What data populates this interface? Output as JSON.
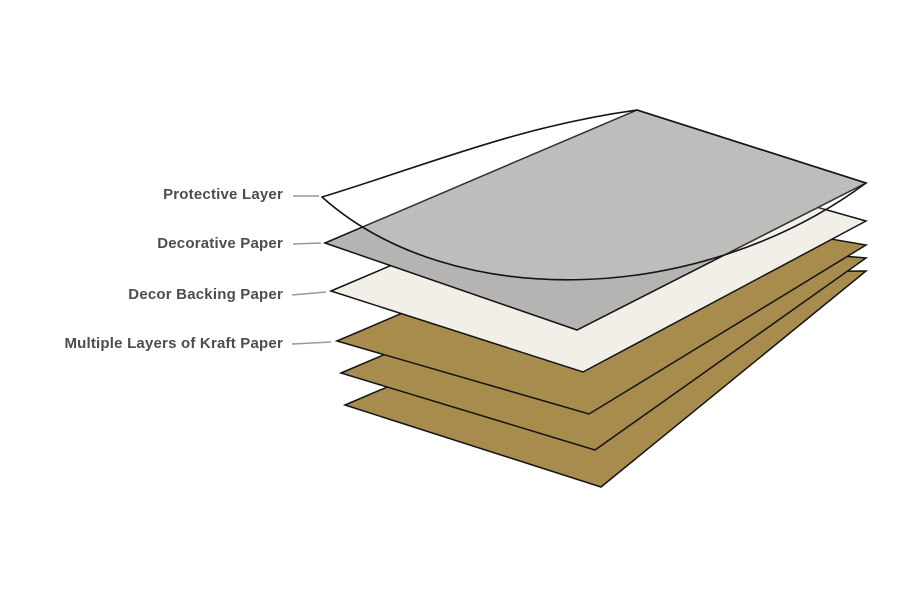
{
  "diagram": {
    "label_color": "#4d4d4d",
    "leader_color": "#999999",
    "outline_color": "#141414",
    "layers": [
      {
        "id": "protective",
        "label": "Protective Layer",
        "fill": "rgba(255,255,255,0.12)",
        "stroke": "#141414"
      },
      {
        "id": "decorative",
        "label": "Decorative Paper",
        "fill": "#b5b4b2",
        "stroke": "#141414"
      },
      {
        "id": "backing",
        "label": "Decor Backing Paper",
        "fill": "#f1efe8",
        "stroke": "#141414"
      },
      {
        "id": "kraft",
        "label": "Multiple Layers of Kraft Paper",
        "fill": "#a78c4e",
        "stroke": "#141414",
        "count": 3
      }
    ]
  }
}
